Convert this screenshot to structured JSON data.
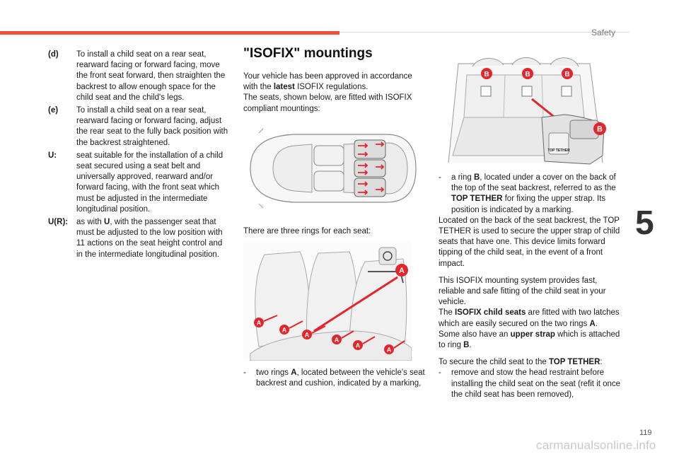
{
  "header": {
    "section": "Safety",
    "chapter": "5",
    "page_number": "119"
  },
  "watermark": "carmanualsonline.info",
  "definitions": [
    {
      "term": "(d)",
      "text": "To install a child seat on a rear seat, rearward facing or forward facing, move the front seat forward, then straighten the backrest to allow enough space for the child seat and the child's legs."
    },
    {
      "term": "(e)",
      "text": "To install a child seat on a rear seat, rearward facing or forward facing, adjust the rear seat to the fully back position with the backrest straightened."
    },
    {
      "term": "U:",
      "text": "seat suitable for the installation of a child seat secured using a seat belt and universally approved, rearward and/or forward facing, with the front seat which must be adjusted in the intermediate longitudinal position."
    },
    {
      "term": "U(R):",
      "text_before": "as with ",
      "bold": "U",
      "text_after": ", with the passenger seat that must be adjusted to the low position with 11 actions on the seat height control and in the intermediate longitudinal position."
    }
  ],
  "isofix": {
    "title": "\"ISOFIX\" mountings",
    "intro_1_before": "Your vehicle has been approved in accordance with the ",
    "intro_1_bold": "latest",
    "intro_1_after": " ISOFIX regulations.",
    "intro_2": "The seats, shown below, are fitted with ISOFIX compliant mountings:",
    "rings_text": "There are three rings for each seat:",
    "item_a_before": "two rings ",
    "item_a_bold": "A",
    "item_a_after": ", located between the vehicle's seat backrest and cushion, indicated by a marking,",
    "item_b_before": "a ring ",
    "item_b_bold": "B",
    "item_b_mid": ", located under a cover on the back of the top of the seat backrest, referred to as the ",
    "item_b_bold2": "TOP TETHER",
    "item_b_after": " for fixing the upper strap. Its position is indicated by a marking.",
    "tether_para": "Located on the back of the seat backrest, the TOP TETHER is used to secure the upper strap of child seats that have one. This device limits forward tipping of the child seat, in the event of a front impact.",
    "system_para": "This ISOFIX mounting system provides fast, reliable and safe fitting of the child seat in your vehicle.",
    "seats_before": "The ",
    "seats_bold": "ISOFIX child seats",
    "seats_after": " are fitted with two latches which are easily secured on the two rings ",
    "seats_bold2": "A",
    "seats_end": ".",
    "strap_before": "Some also have an ",
    "strap_bold": "upper strap",
    "strap_after": " which is attached to ring ",
    "strap_bold2": "B",
    "strap_end": ".",
    "secure_before": "To secure the child seat to the ",
    "secure_bold": "TOP TETHER",
    "secure_after": ":",
    "step_1": "remove and stow the head restraint before installing the child seat on the seat (refit it once the child seat has been removed),",
    "dash": "-"
  },
  "figures": {
    "ring_a_label": "A",
    "ring_b_label": "B",
    "tether_label": "TOP TETHER"
  },
  "colors": {
    "accent": "#f04e37",
    "marker": "#e5252b"
  }
}
